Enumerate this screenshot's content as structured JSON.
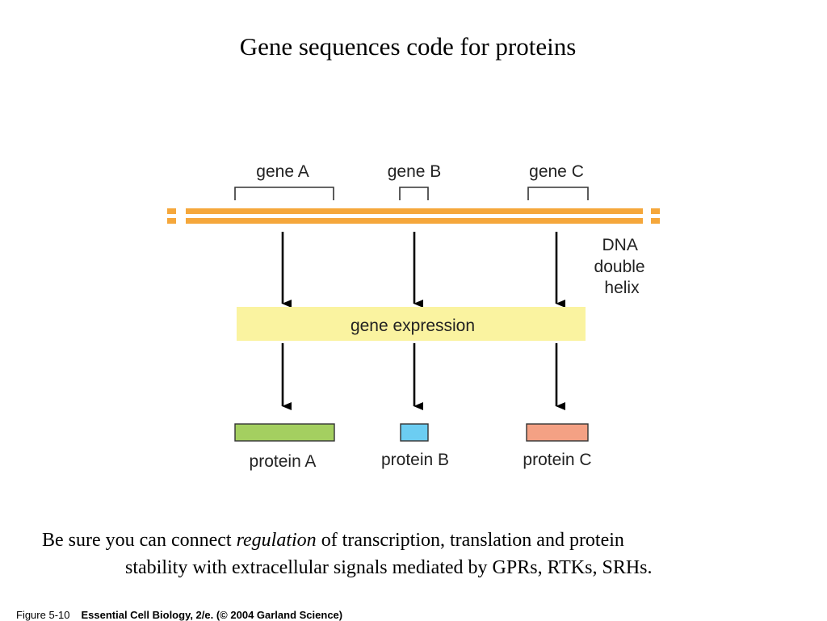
{
  "slide": {
    "title": "Gene sequences code for proteins"
  },
  "diagram": {
    "genes": [
      {
        "label": "gene A"
      },
      {
        "label": "gene B"
      },
      {
        "label": "gene C"
      }
    ],
    "dna_label_lines": [
      "DNA",
      "double",
      "helix"
    ],
    "process_label": "gene expression",
    "proteins": [
      {
        "label": "protein A",
        "color": "#a4cf60"
      },
      {
        "label": "protein B",
        "color": "#6ccdf2"
      },
      {
        "label": "protein C",
        "color": "#f4a184"
      }
    ],
    "colors": {
      "dna_strand": "#f5a73b",
      "expression_box": "#faf3a0",
      "arrow": "#000000"
    }
  },
  "note": {
    "before": "Be sure you can connect ",
    "emphasis": "regulation",
    "after": " of transcription, translation and protein",
    "line2": "stability with extracellular signals mediated by GPRs, RTKs, SRHs."
  },
  "caption": {
    "figure": "Figure 5-10",
    "source": "Essential Cell Biology, 2/e. (© 2004 Garland Science)"
  }
}
